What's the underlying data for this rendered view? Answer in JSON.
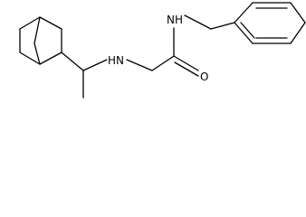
{
  "molecule": {
    "atom_labels": {
      "amine": "HN",
      "amide_nitrogen": "NH",
      "carbonyl_oxygen": "O"
    },
    "colors": {
      "bond": "#000000",
      "label": "#000000",
      "background": "#ffffff"
    }
  }
}
